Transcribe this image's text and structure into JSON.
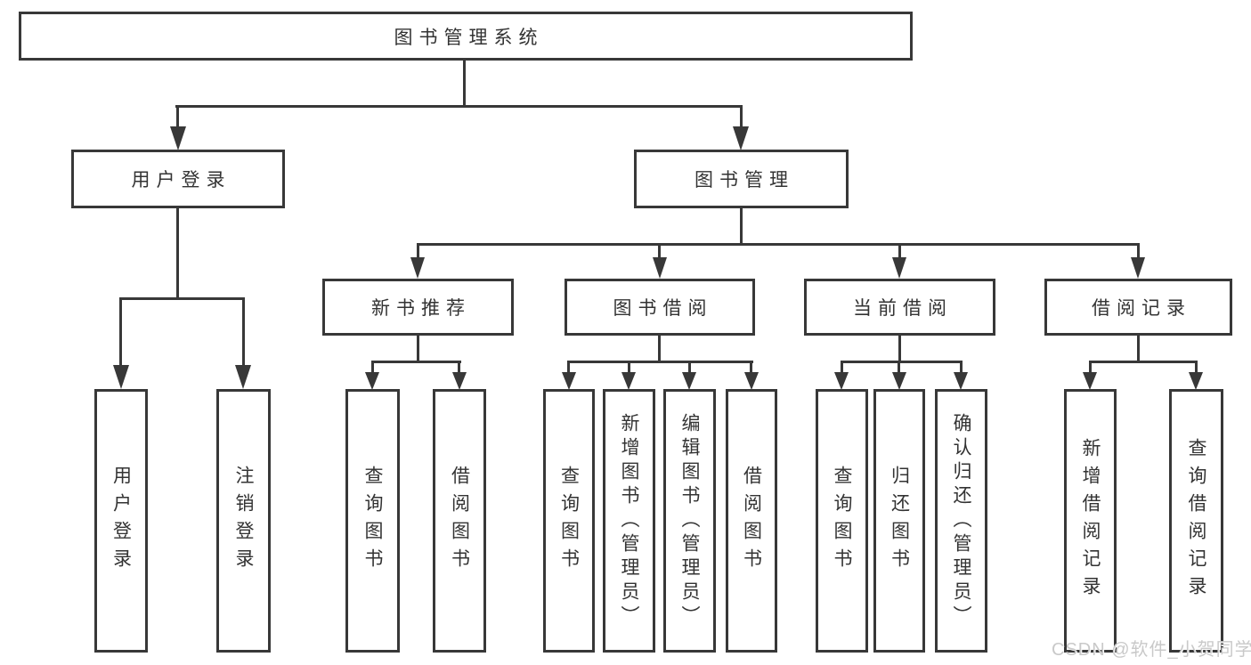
{
  "tree": {
    "label": "图书管理系统",
    "children": [
      {
        "label": "用户登录",
        "children": [
          {
            "label": "用户登录"
          },
          {
            "label": "注销登录"
          }
        ]
      },
      {
        "label": "图书管理",
        "children": [
          {
            "label": "新书推荐",
            "children": [
              {
                "label": "查询图书"
              },
              {
                "label": "借阅图书"
              }
            ]
          },
          {
            "label": "图书借阅",
            "children": [
              {
                "label": "查询图书"
              },
              {
                "label": "新增图书（管理员）"
              },
              {
                "label": "编辑图书（管理员）"
              },
              {
                "label": "借阅图书"
              }
            ]
          },
          {
            "label": "当前借阅",
            "children": [
              {
                "label": "查询图书"
              },
              {
                "label": "归还图书"
              },
              {
                "label": "确认归还（管理员）"
              }
            ]
          },
          {
            "label": "借阅记录",
            "children": [
              {
                "label": "新增借阅记录"
              },
              {
                "label": "查询借阅记录"
              }
            ]
          }
        ]
      }
    ]
  },
  "watermark": {
    "text": "CSDN @软件_小贺同学"
  },
  "colors": {
    "line": "#383838",
    "text": "#333333",
    "watermark": "#c9c9c9",
    "background": "#ffffff"
  }
}
